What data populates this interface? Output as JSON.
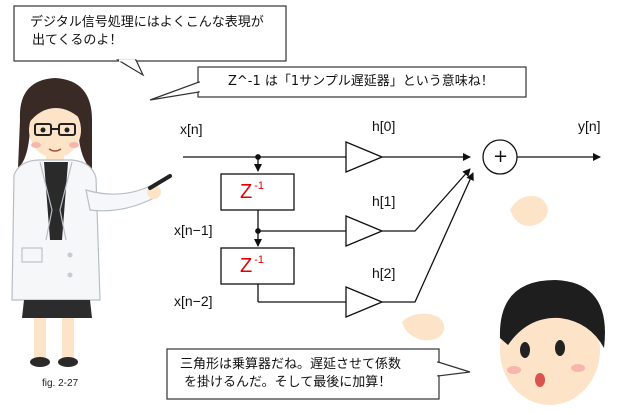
{
  "bubbles": {
    "teacher": {
      "line1": "デジタル信号処理にはよくこんな表現が",
      "line2": "出てくるのよ！"
    },
    "note": "Z^-1 は「1サンプル遅延器」という意味ね！",
    "student": {
      "line1": "三角形は乗算器だね。遅延させて係数",
      "line2": "を掛けるんだ。そして最後に加算！"
    }
  },
  "diagram": {
    "input_label": "x[n]",
    "delayed1_label": "x[n−1]",
    "delayed2_label": "x[n−2]",
    "coef0": "h[0]",
    "coef1": "h[1]",
    "coef2": "h[2]",
    "output_label": "y[n]",
    "delay_symbol": "Z",
    "delay_exponent": "-1",
    "adder_symbol": "+"
  },
  "caption": "fig. 2-27",
  "colors": {
    "delay_text": "#e00000",
    "skin": "#fde3c8",
    "cheek": "#f7b6ad"
  }
}
